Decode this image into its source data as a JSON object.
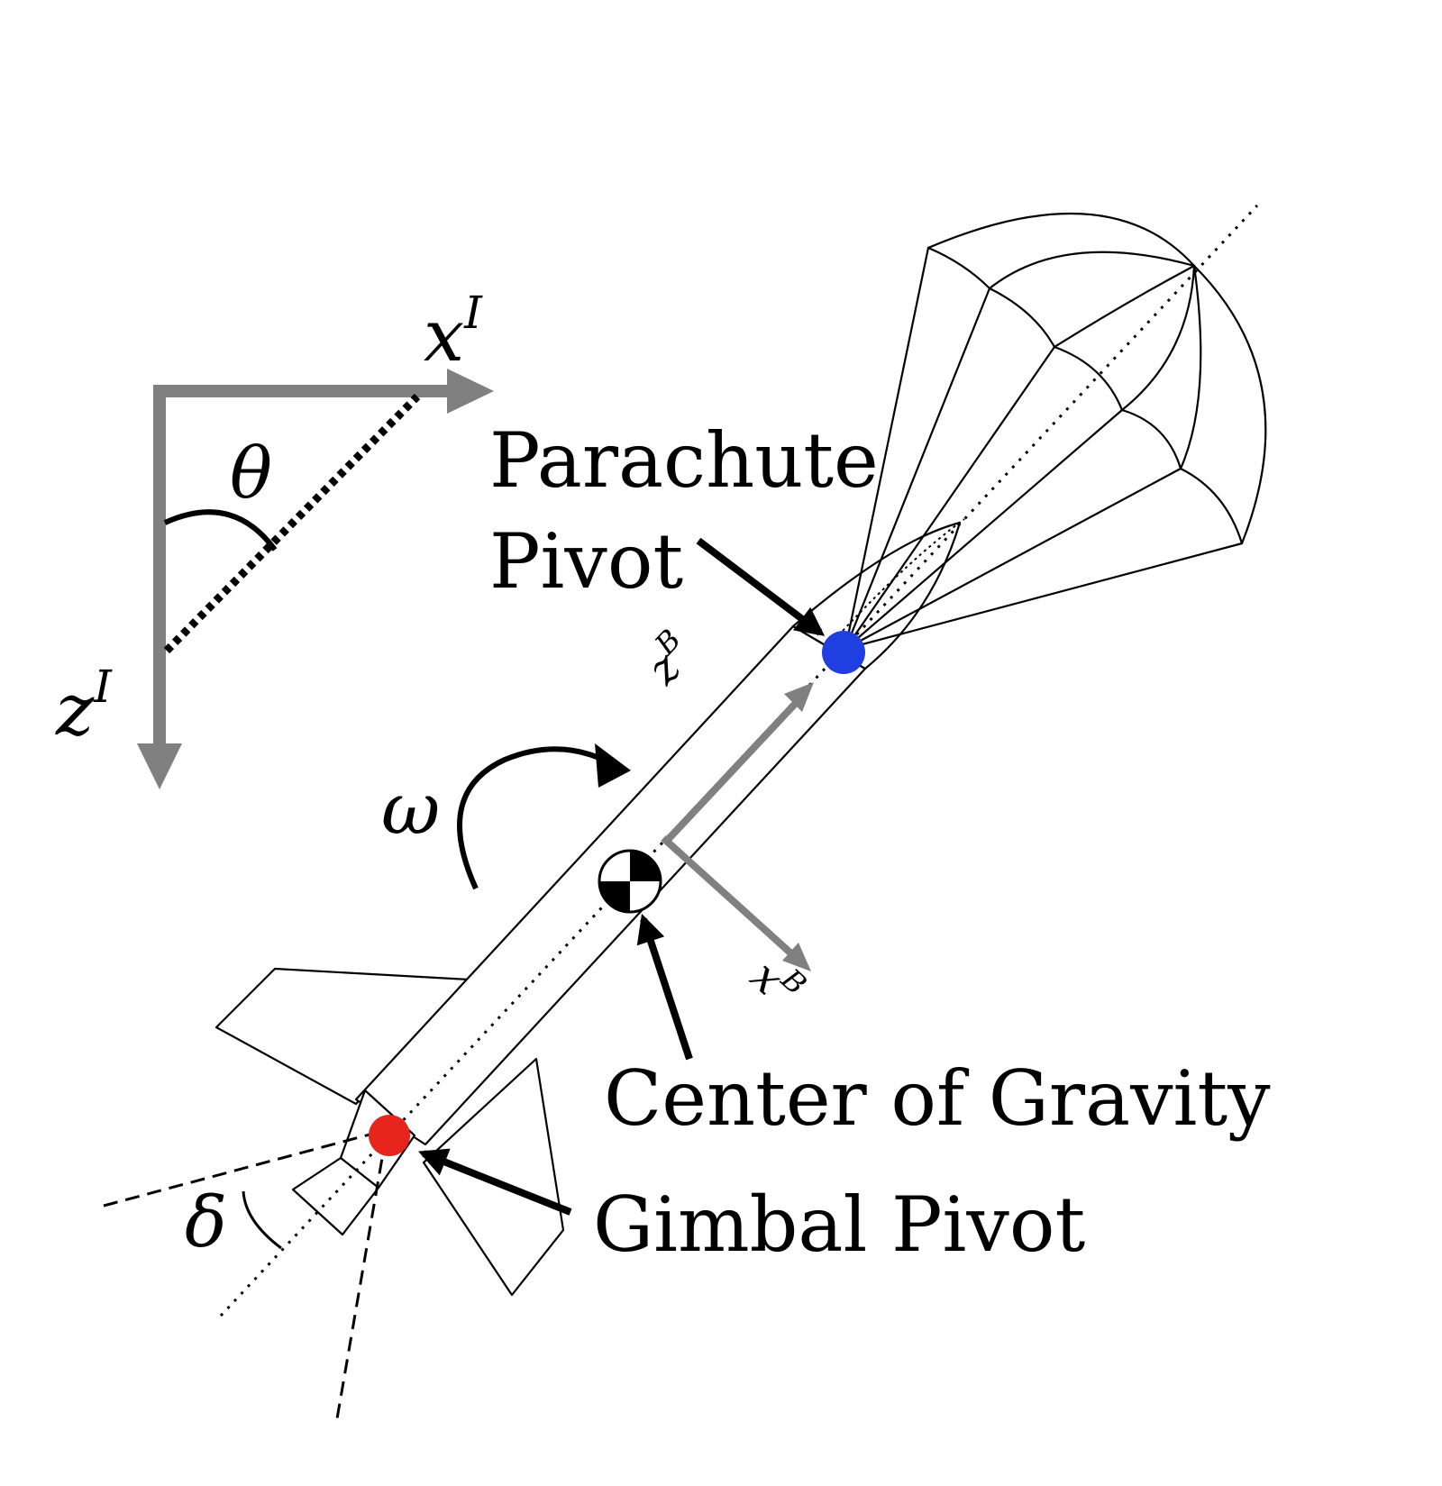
{
  "inertial_frame": {
    "x_axis": {
      "symbol": "x",
      "superscript": "I"
    },
    "z_axis": {
      "symbol": "z",
      "superscript": "I"
    },
    "angle_symbol": "θ"
  },
  "body_frame": {
    "z_axis": {
      "symbol": "z",
      "superscript": "B"
    },
    "x_axis": {
      "symbol": "x",
      "superscript": "B"
    }
  },
  "angular_rate_symbol": "ω",
  "gimbal_angle_symbol": "δ",
  "labels": {
    "parachute_pivot_line1": "Parachute",
    "parachute_pivot_line2": "Pivot",
    "center_of_gravity": "Center of Gravity",
    "gimbal_pivot": "Gimbal Pivot"
  },
  "colors": {
    "parachute_pivot": "#1f3fe0",
    "gimbal_pivot": "#e8251c",
    "axis_gray": "#808080",
    "ink": "#000000"
  }
}
